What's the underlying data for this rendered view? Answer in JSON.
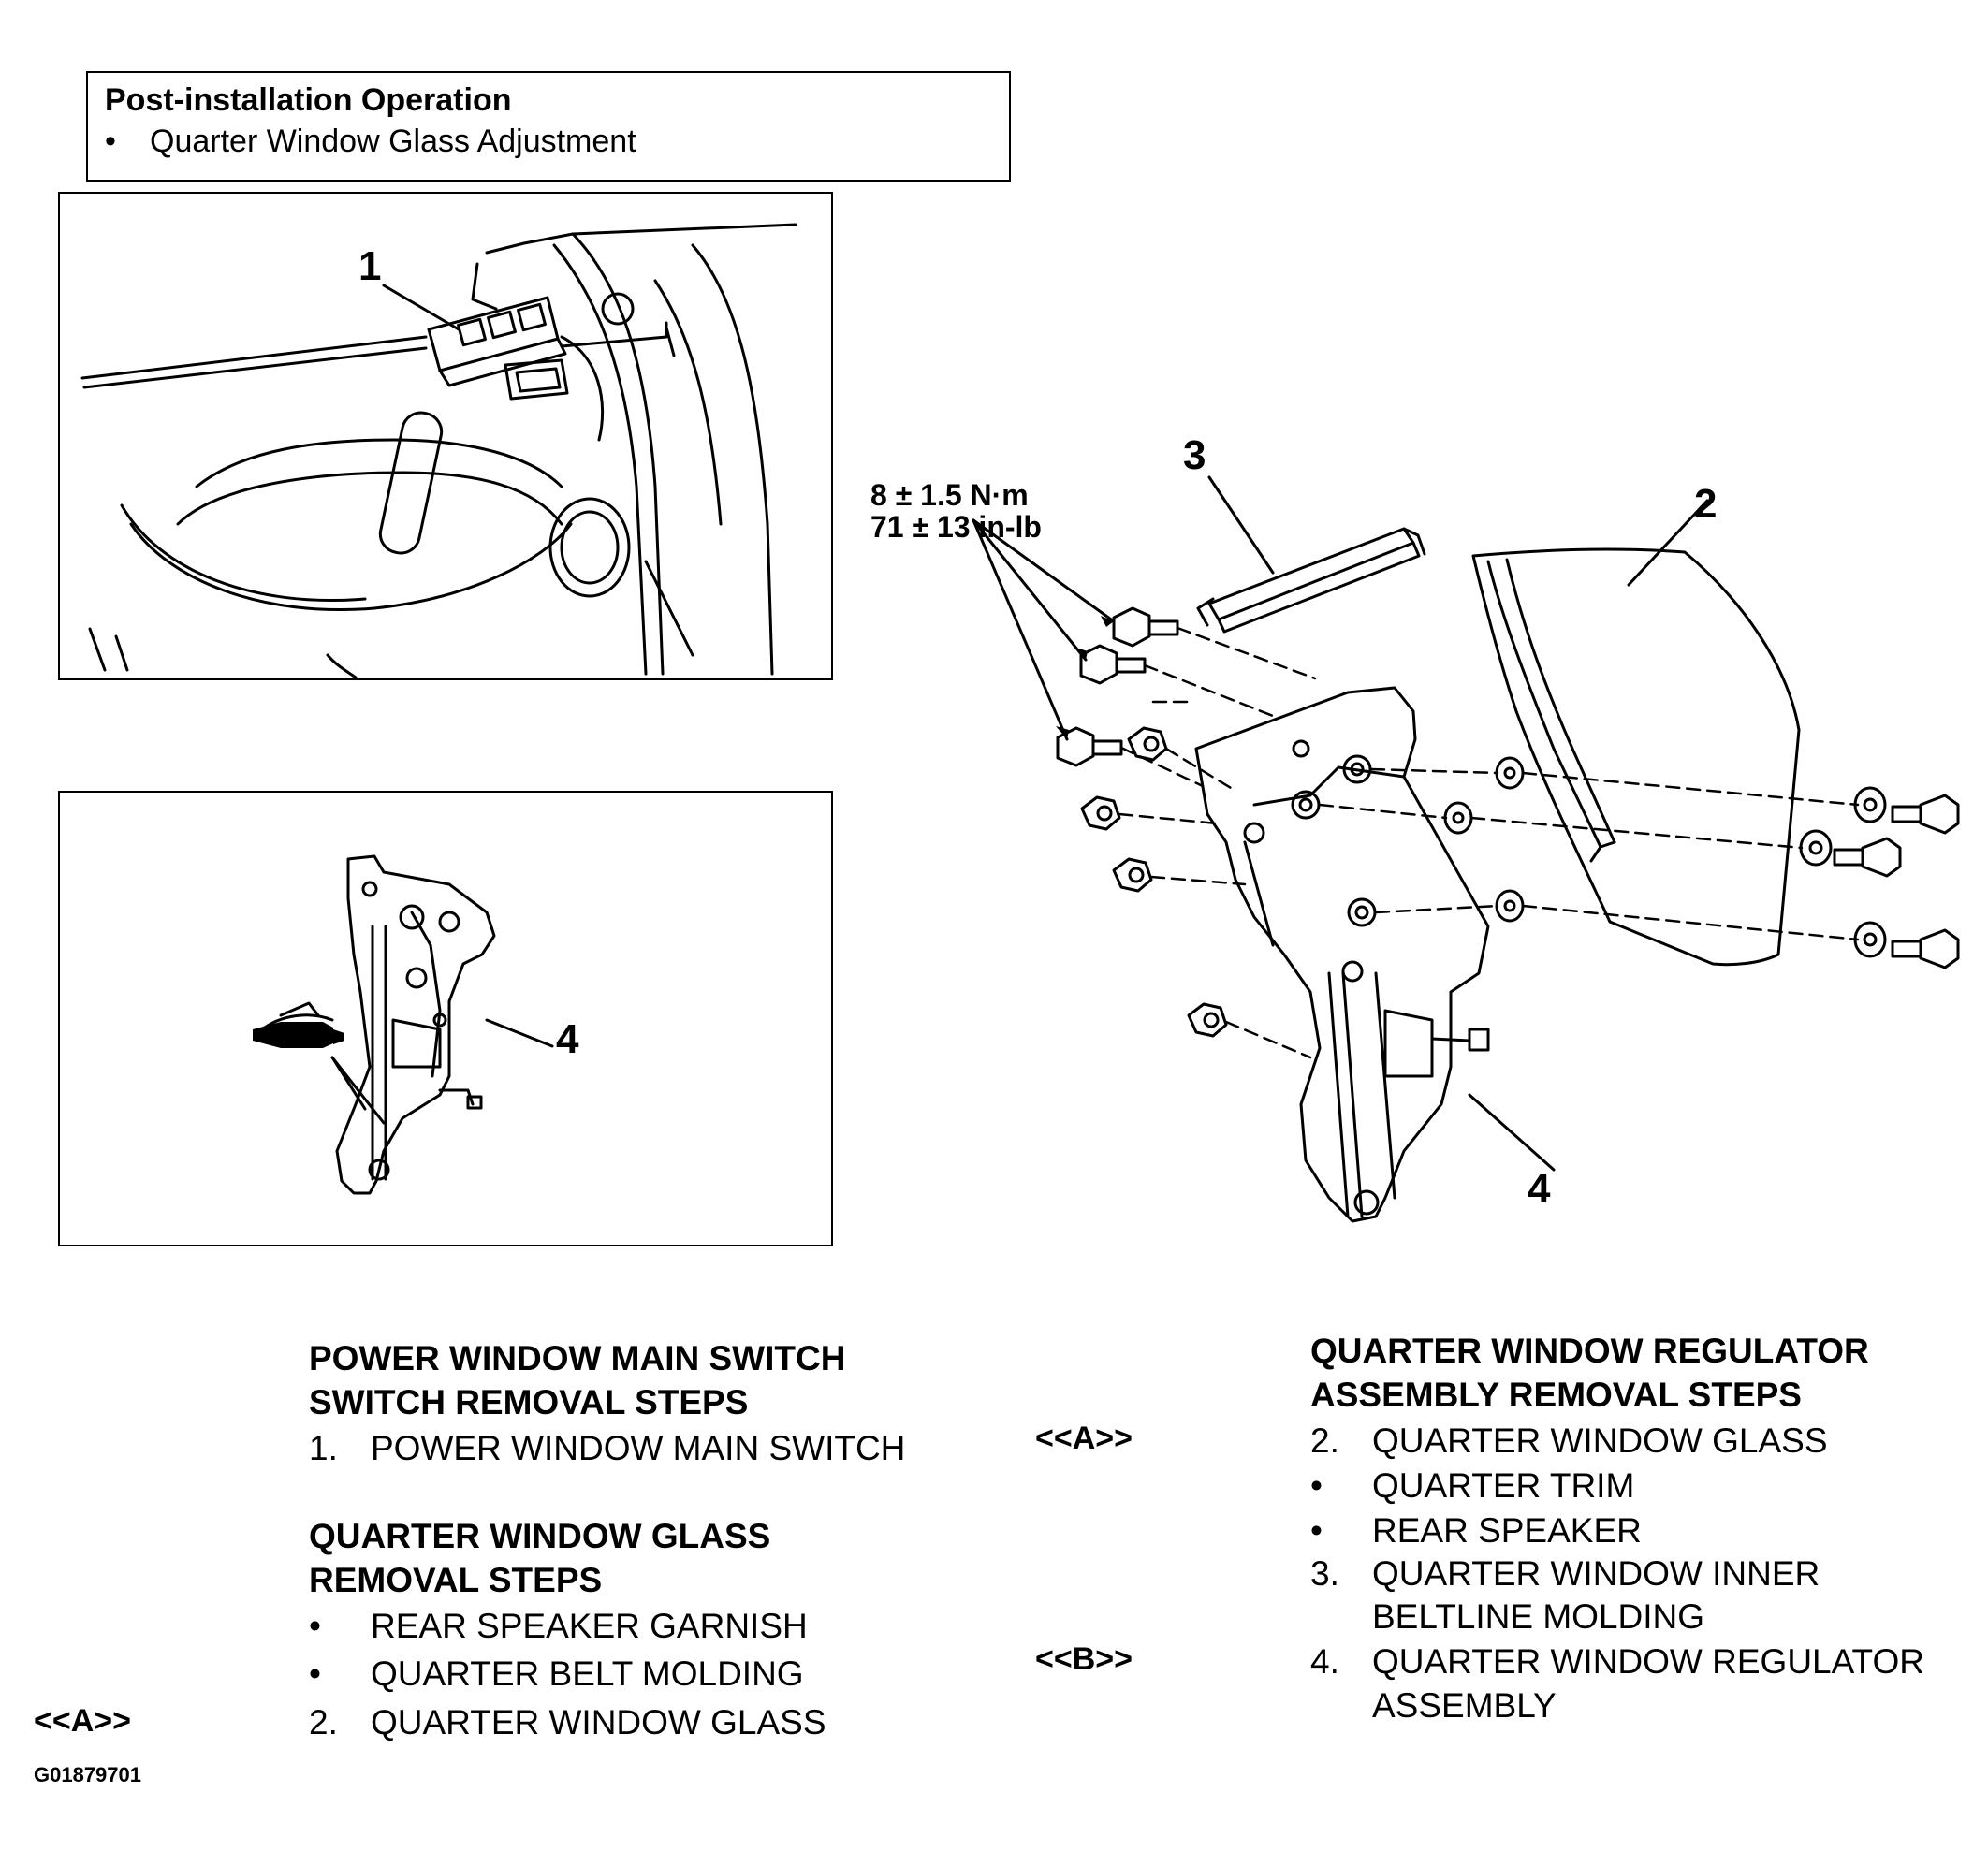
{
  "post_install": {
    "title": "Post-installation Operation",
    "bullet": "•",
    "item": "Quarter Window Glass Adjustment"
  },
  "callouts": {
    "panel1_1": "1",
    "panel2_4": "4",
    "main_3": "3",
    "main_2": "2",
    "main_4": "4"
  },
  "torque": {
    "line1": "8 ± 1.5 N·m",
    "line2": "71 ± 13 in-lb"
  },
  "sections": {
    "switch": {
      "heading1": "POWER WINDOW MAIN SWITCH",
      "heading2": "SWITCH REMOVAL STEPS",
      "steps": [
        {
          "num": "1.",
          "text": "POWER WINDOW MAIN SWITCH"
        }
      ]
    },
    "glass": {
      "heading1": "QUARTER WINDOW GLASS",
      "heading2": "REMOVAL STEPS",
      "steps": [
        {
          "num": "•",
          "text": "REAR SPEAKER GARNISH"
        },
        {
          "num": "•",
          "text": "QUARTER BELT MOLDING"
        },
        {
          "num": "2.",
          "text": "QUARTER WINDOW GLASS",
          "marker": "<<A>>"
        }
      ]
    },
    "regulator": {
      "heading1": "QUARTER WINDOW REGULATOR",
      "heading2": "ASSEMBLY REMOVAL STEPS",
      "steps": [
        {
          "num": "2.",
          "text": "QUARTER WINDOW GLASS",
          "marker": "<<A>>"
        },
        {
          "num": "•",
          "text": "QUARTER TRIM"
        },
        {
          "num": "•",
          "text": "REAR SPEAKER"
        },
        {
          "num": "3.",
          "text": "QUARTER WINDOW INNER"
        },
        {
          "num": "",
          "text": "BELTLINE MOLDING"
        },
        {
          "num": "4.",
          "text": "QUARTER WINDOW REGULATOR",
          "marker": "<<B>>"
        },
        {
          "num": "",
          "text": "ASSEMBLY"
        }
      ]
    }
  },
  "figure_id": "G01879701"
}
